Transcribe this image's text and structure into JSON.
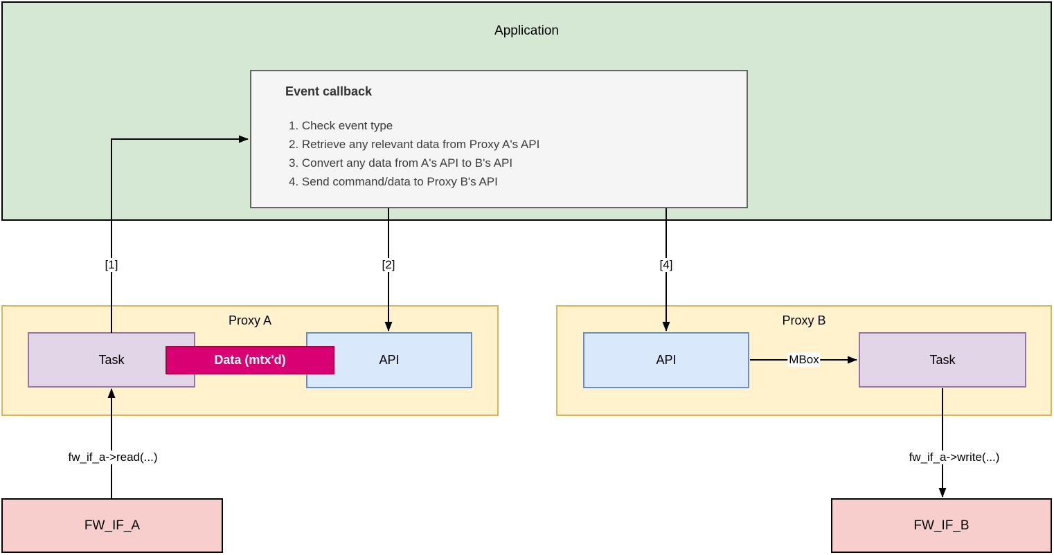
{
  "application": {
    "title": "Application"
  },
  "event_callback": {
    "title": "Event callback",
    "steps": [
      "1. Check event type",
      "2. Retrieve any relevant data from Proxy A's API",
      "3. Convert any data from A's API to B's API",
      "4. Send command/data to Proxy B's API"
    ]
  },
  "proxy_a": {
    "title": "Proxy A",
    "task_label": "Task",
    "data_label": "Data (mtx'd)",
    "api_label": "API"
  },
  "proxy_b": {
    "title": "Proxy B",
    "api_label": "API",
    "task_label": "Task"
  },
  "firmware": {
    "fw_if_a_label": "FW_IF_A",
    "fw_if_b_label": "FW_IF_B"
  },
  "connectors": {
    "label_1": "[1]",
    "label_2": "[2]",
    "label_4": "[4]",
    "mbox_label": "MBox",
    "read_label": "fw_if_a->read(...)",
    "write_label": "fw_if_a->write(...)"
  },
  "colors": {
    "app-fill": "#d5e8d4",
    "app-border": "#000000",
    "callback-fill": "#f5f5f5",
    "callback-border": "#666666",
    "proxy-fill": "#fff2cc",
    "proxy-border": "#d6b656",
    "task-fill": "#e1d5e7",
    "task-border": "#9673a6",
    "api-fill": "#dae8fc",
    "api-border": "#6c8ebf",
    "data-fill": "#d80073",
    "data-border": "#a50040",
    "fw-fill": "#f8cecc",
    "fw-border": "#000000",
    "line": "#000000"
  }
}
